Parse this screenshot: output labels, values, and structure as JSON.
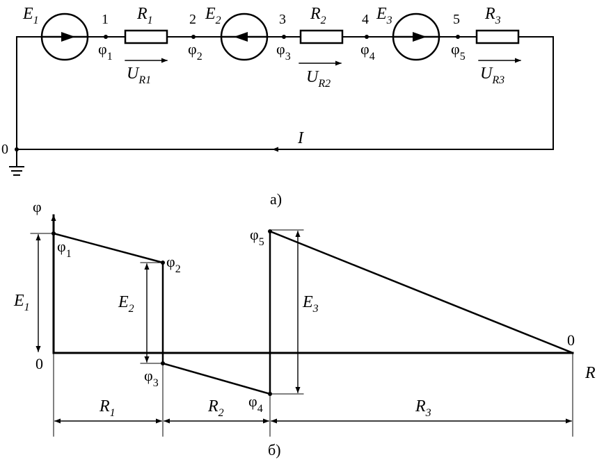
{
  "circuit": {
    "sources": [
      {
        "label": "E",
        "sub": "1",
        "direction": "right"
      },
      {
        "label": "E",
        "sub": "2",
        "direction": "left"
      },
      {
        "label": "E",
        "sub": "3",
        "direction": "right"
      }
    ],
    "resistors": [
      {
        "label": "R",
        "sub": "1"
      },
      {
        "label": "R",
        "sub": "2"
      },
      {
        "label": "R",
        "sub": "3"
      }
    ],
    "node_numbers": [
      "1",
      "2",
      "3",
      "4",
      "5"
    ],
    "node_potentials": [
      {
        "sym": "φ",
        "sub": "1"
      },
      {
        "sym": "φ",
        "sub": "2"
      },
      {
        "sym": "φ",
        "sub": "3"
      },
      {
        "sym": "φ",
        "sub": "4"
      },
      {
        "sym": "φ",
        "sub": "5"
      }
    ],
    "voltages": [
      {
        "label": "U",
        "sub": "R1"
      },
      {
        "label": "U",
        "sub": "R2"
      },
      {
        "label": "U",
        "sub": "R3"
      }
    ],
    "ground_node": "0",
    "current_label": "I",
    "caption": "а)"
  },
  "potential_diagram": {
    "y_axis_label": "φ",
    "x_axis_label": "R",
    "origin_label": "0",
    "end_label": "0",
    "point_labels": [
      {
        "sym": "φ",
        "sub": "1"
      },
      {
        "sym": "φ",
        "sub": "2"
      },
      {
        "sym": "φ",
        "sub": "3"
      },
      {
        "sym": "φ",
        "sub": "4"
      },
      {
        "sym": "φ",
        "sub": "5"
      }
    ],
    "emf_labels": [
      {
        "label": "E",
        "sub": "1"
      },
      {
        "label": "E",
        "sub": "2"
      },
      {
        "label": "E",
        "sub": "3"
      }
    ],
    "segment_labels": [
      {
        "label": "R",
        "sub": "1"
      },
      {
        "label": "R",
        "sub": "2"
      },
      {
        "label": "R",
        "sub": "3"
      }
    ],
    "caption": "б)"
  }
}
